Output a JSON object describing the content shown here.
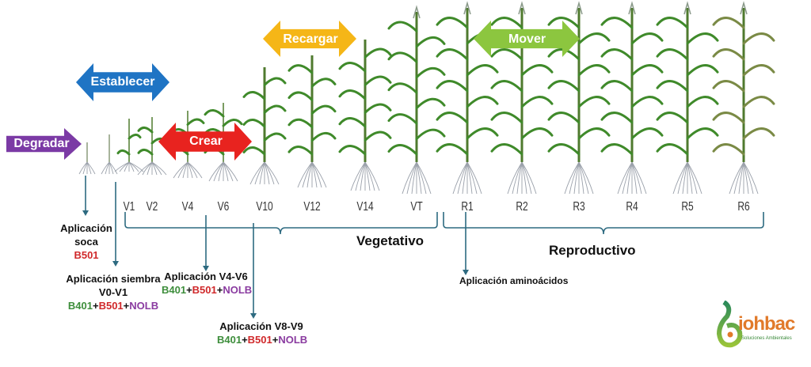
{
  "arrows": {
    "degradar": {
      "label": "Degradar",
      "color": "#7b3aa5"
    },
    "establecer": {
      "label": "Establecer",
      "color": "#1f74c4"
    },
    "crear": {
      "label": "Crear",
      "color": "#e8231f"
    },
    "recargar": {
      "label": "Recargar",
      "color": "#f5b617"
    },
    "mover": {
      "label": "Mover",
      "color": "#8cc63f"
    }
  },
  "stages": [
    "V1",
    "V2",
    "V4",
    "V6",
    "V10",
    "V12",
    "V14",
    "VT",
    "R1",
    "R2",
    "R3",
    "R4",
    "R5",
    "R6"
  ],
  "phases": {
    "vegetative": "Vegetativo",
    "reproductive": "Reproductivo"
  },
  "applications": {
    "soca": {
      "line1": "Aplicación",
      "line2": "soca",
      "products": [
        "B501"
      ]
    },
    "siembra": {
      "line1": "Aplicación siembra",
      "line2": "V0-V1",
      "products": [
        "B401",
        "+",
        "B501",
        "+",
        "NOLB"
      ]
    },
    "v4v6": {
      "line1": "Aplicación V4-V6",
      "products": [
        "B401",
        "+",
        "B501",
        "+",
        "NOLB"
      ]
    },
    "v8v9": {
      "line1": "Aplicación V8-V9",
      "products": [
        "B401",
        "+",
        "B501",
        "+",
        "NOLB"
      ]
    },
    "amino": {
      "line1": "Aplicación aminoácidos"
    }
  },
  "logo": {
    "name": "biohbac",
    "tagline": "Soluciones Ambientales"
  },
  "colors": {
    "line": "#2d6a80",
    "b401": "#3e8e3c",
    "b501": "#d0282a",
    "nolb": "#8a3ba0"
  }
}
